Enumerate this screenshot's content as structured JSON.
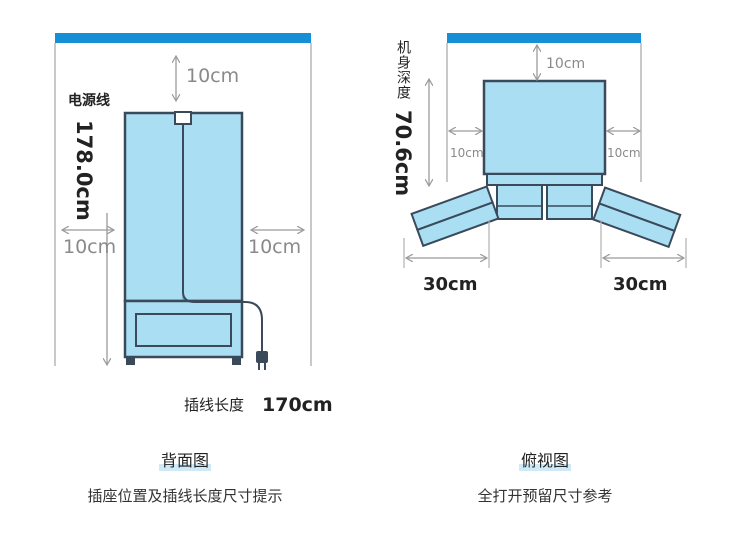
{
  "back_view": {
    "top_clearance": "10cm",
    "cable_label": "电源线",
    "height_label": "178.0cm",
    "left_clearance": "10cm",
    "right_clearance": "10cm",
    "cable_length_label": "插线长度",
    "cable_length_value": "170cm",
    "title": "背面图",
    "subtitle": "插座位置及插线长度尺寸提示"
  },
  "top_view": {
    "depth_label": "机身深度",
    "depth_value": "70.6cm",
    "top_clearance": "10cm",
    "left_clearance": "10cm",
    "right_clearance": "10cm",
    "left_door_swing": "30cm",
    "right_door_swing": "30cm",
    "title": "俯视图",
    "subtitle": "全打开预留尺寸参考"
  },
  "colors": {
    "wall_blue": "#1590d6",
    "fridge_fill": "#a9def3",
    "outline": "#3a4a5a",
    "dimension_gray": "#a0a0a0"
  }
}
